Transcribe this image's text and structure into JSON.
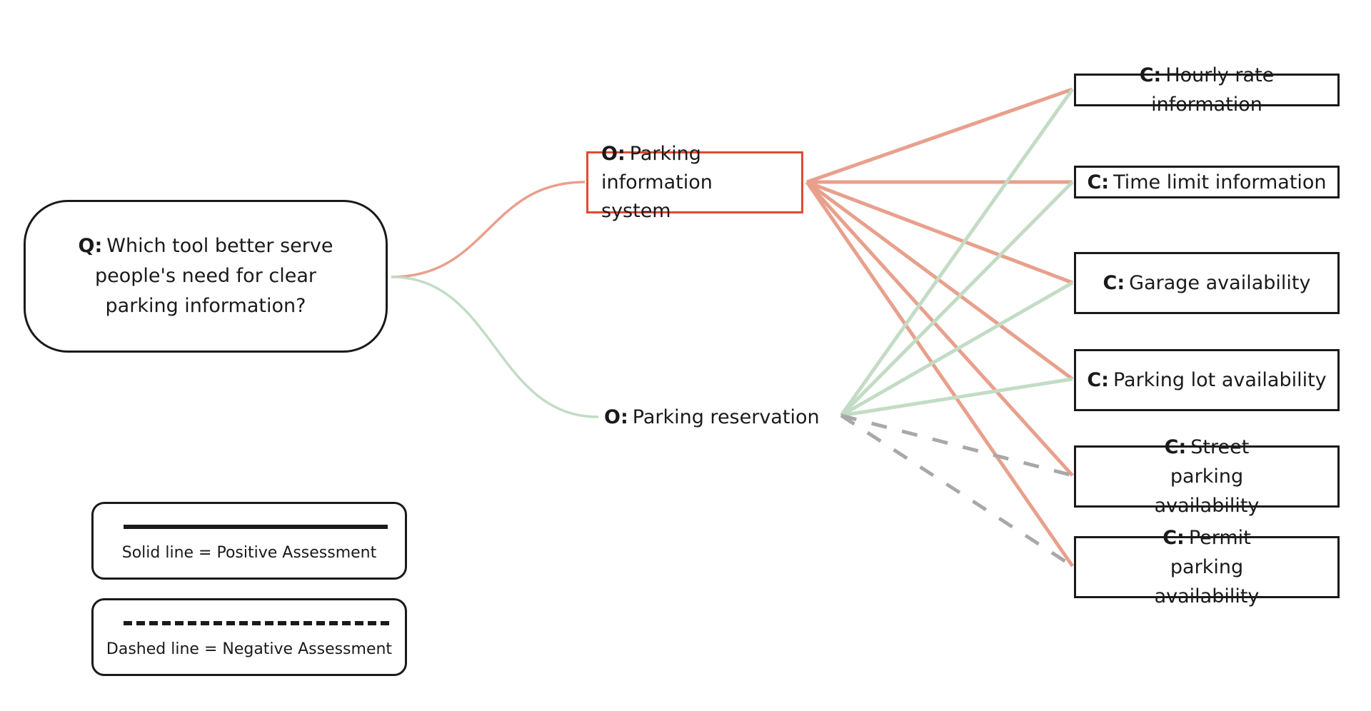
{
  "colors": {
    "positive_option1": "#e8a08c",
    "positive_option2": "#c3dcc5",
    "negative": "#a8a8a8",
    "option1_border": "#e24a33",
    "node_border": "#1a1a1a"
  },
  "question": {
    "tag": "Q:",
    "text": "Which tool better serve people's need for clear parking information?"
  },
  "options": [
    {
      "id": "o1",
      "tag": "O:",
      "text": "Parking information system",
      "highlighted": true
    },
    {
      "id": "o2",
      "tag": "O:",
      "text": "Parking reservation",
      "highlighted": false
    }
  ],
  "criteria": [
    {
      "id": "c1",
      "tag": "C:",
      "text": "Hourly rate information"
    },
    {
      "id": "c2",
      "tag": "C:",
      "text": "Time limit information"
    },
    {
      "id": "c3",
      "tag": "C:",
      "text": "Garage availability"
    },
    {
      "id": "c4",
      "tag": "C:",
      "text": "Parking lot availability"
    },
    {
      "id": "c5",
      "tag": "C:",
      "text": "Street parking availability"
    },
    {
      "id": "c6",
      "tag": "C:",
      "text": "Permit parking availability"
    }
  ],
  "edges": [
    {
      "from": "q",
      "to": "o1",
      "assessment": "branch"
    },
    {
      "from": "q",
      "to": "o2",
      "assessment": "branch"
    },
    {
      "from": "o1",
      "to": "c1",
      "assessment": "positive"
    },
    {
      "from": "o1",
      "to": "c2",
      "assessment": "positive"
    },
    {
      "from": "o1",
      "to": "c3",
      "assessment": "positive"
    },
    {
      "from": "o1",
      "to": "c4",
      "assessment": "positive"
    },
    {
      "from": "o1",
      "to": "c5",
      "assessment": "positive"
    },
    {
      "from": "o1",
      "to": "c6",
      "assessment": "positive"
    },
    {
      "from": "o2",
      "to": "c1",
      "assessment": "positive"
    },
    {
      "from": "o2",
      "to": "c2",
      "assessment": "positive"
    },
    {
      "from": "o2",
      "to": "c3",
      "assessment": "positive"
    },
    {
      "from": "o2",
      "to": "c4",
      "assessment": "positive"
    },
    {
      "from": "o2",
      "to": "c5",
      "assessment": "negative"
    },
    {
      "from": "o2",
      "to": "c6",
      "assessment": "negative"
    }
  ],
  "legend": {
    "solid": "Solid line = Positive Assessment",
    "dashed": "Dashed line = Negative Assessment"
  }
}
